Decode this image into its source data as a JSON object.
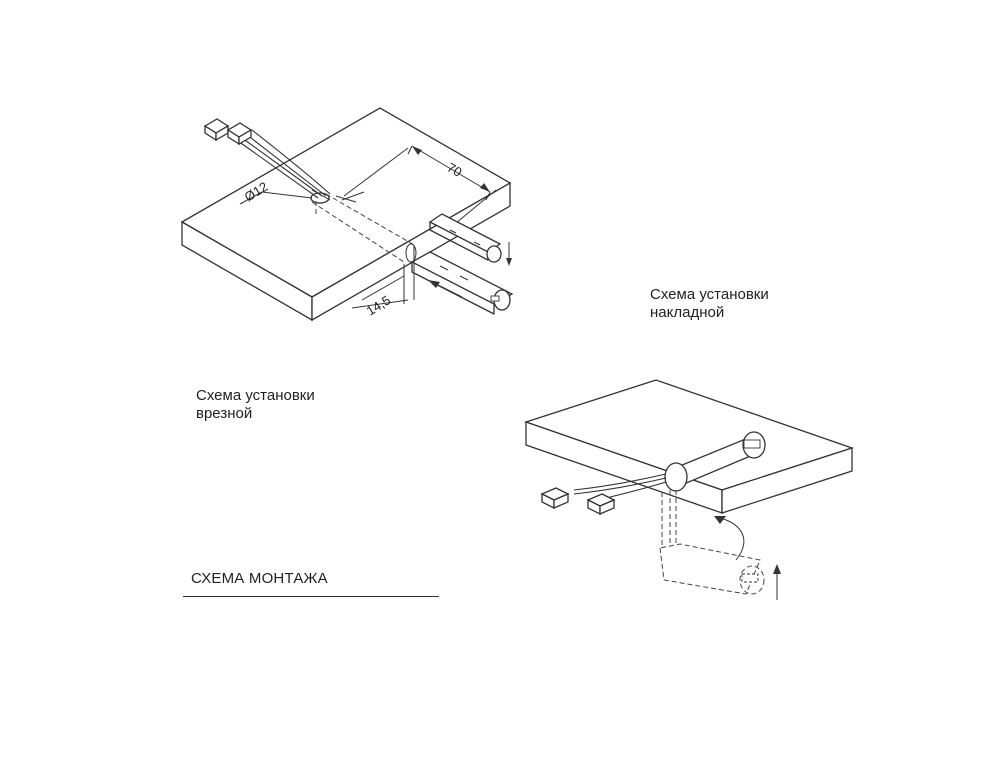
{
  "title": "СХЕМА МОНТАЖА",
  "captions": {
    "overlay": [
      "Схема установки",
      "накладной"
    ],
    "mortise": [
      "Схема установки",
      "врезной"
    ]
  },
  "dimensions": {
    "hole_diameter": "Ø12",
    "distance": "70",
    "depth": "14,5"
  }
}
